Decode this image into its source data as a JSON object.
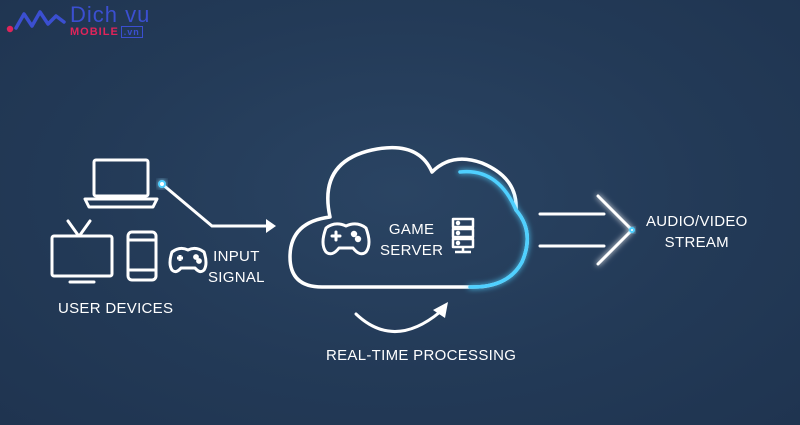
{
  "logo": {
    "top_text": "Dich vu",
    "bottom_text": "MOBILE",
    "suffix": ".vn"
  },
  "labels": {
    "user_devices": "USER DEVICES",
    "input_signal_line1": "INPUT",
    "input_signal_line2": "SIGNAL",
    "game_server_line1": "GAME",
    "game_server_line2": "SERVER",
    "realtime_processing": "REAL-TIME PROCESSING",
    "stream_line1": "AUDIO/VIDEO",
    "stream_line2": "STREAM"
  },
  "icons": [
    "laptop-icon",
    "tv-icon",
    "smartphone-icon",
    "gamepad-icon",
    "server-rack-icon",
    "wave-logo-icon"
  ],
  "colors": {
    "background": "#233a57",
    "line": "#ffffff",
    "accent_glow": "#4fd0ff",
    "logo_blue": "#3b4fd1",
    "logo_pink": "#e0245a"
  }
}
